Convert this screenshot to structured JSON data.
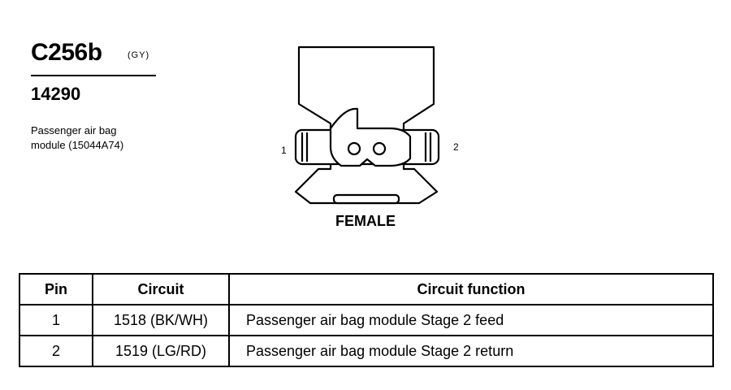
{
  "connector": {
    "id": "C256b",
    "color_code": "(GY)",
    "part_number": "14290",
    "description_line1": "Passenger air bag",
    "description_line2": "module (15044A74)"
  },
  "diagram": {
    "pin_label_left": "1",
    "pin_label_right": "2",
    "view_label": "FEMALE"
  },
  "table": {
    "headers": [
      "Pin",
      "Circuit",
      "Circuit function"
    ],
    "rows": [
      {
        "pin": "1",
        "circuit": "1518 (BK/WH)",
        "function": "Passenger air bag module  Stage 2 feed"
      },
      {
        "pin": "2",
        "circuit": "1519 (LG/RD)",
        "function": "Passenger air bag module  Stage 2 return"
      }
    ]
  }
}
